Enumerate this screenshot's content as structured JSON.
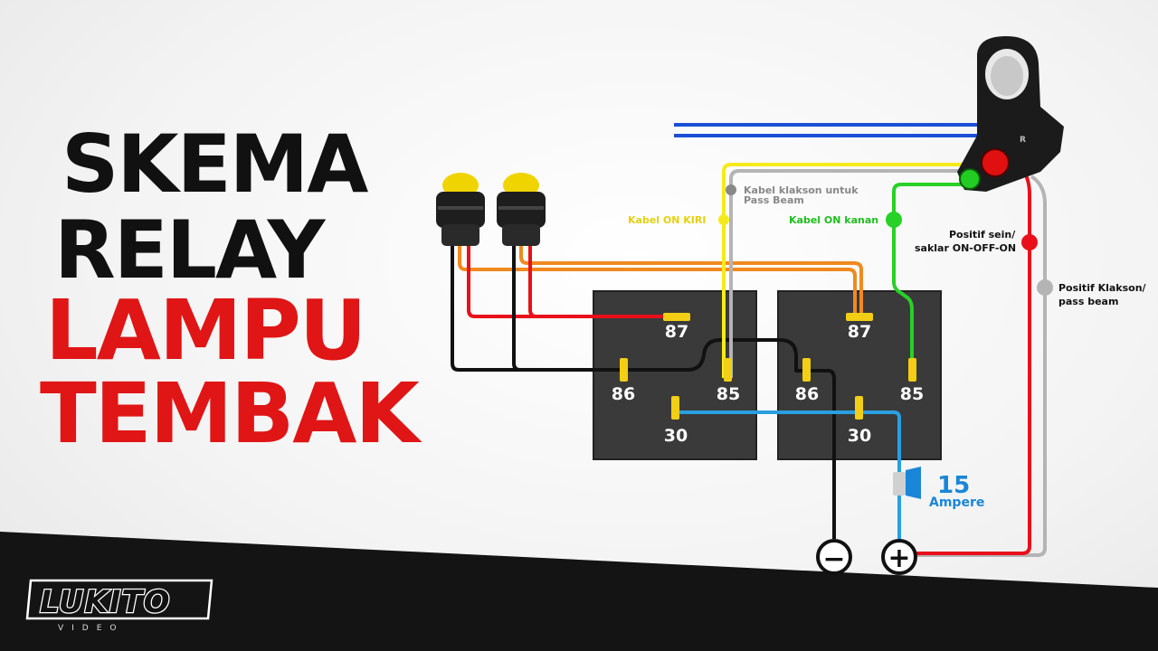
{
  "title": {
    "line1": "SKEMA",
    "line2": "RELAY",
    "line3": "LAMPU",
    "line4": "TEMBAK"
  },
  "relay_left": {
    "pin87": "87",
    "pin86": "86",
    "pin85": "85",
    "pin30": "30"
  },
  "relay_right": {
    "pin87": "87",
    "pin86": "86",
    "pin85": "85",
    "pin30": "30"
  },
  "labels": {
    "kabel_klakson_line1": "Kabel klakson untuk",
    "kabel_klakson_line2": "Pass Beam",
    "kabel_on_kiri": "Kabel ON KIRI",
    "kabel_on_kanan": "Kabel ON kanan",
    "positif_sein_line1": "Positif sein/",
    "positif_sein_line2": "saklar ON-OFF-ON",
    "positif_klakson_line1": "Positif Klakson/",
    "positif_klakson_line2": "pass beam"
  },
  "fuse": {
    "value": "15",
    "unit": "Ampere"
  },
  "terminals": {
    "negative": "−",
    "positive": "+"
  },
  "logo": {
    "main": "LUKITO",
    "sub": "VIDEO"
  },
  "colors": {
    "title_red": "#e01515",
    "wire_yellow": "#f5ea1c",
    "wire_gray": "#b4b4b4",
    "wire_green": "#27d127",
    "wire_red": "#e8101a",
    "wire_orange": "#f08a1e",
    "wire_blue": "#2a9fe0",
    "relay_body": "#3a3a3a"
  }
}
